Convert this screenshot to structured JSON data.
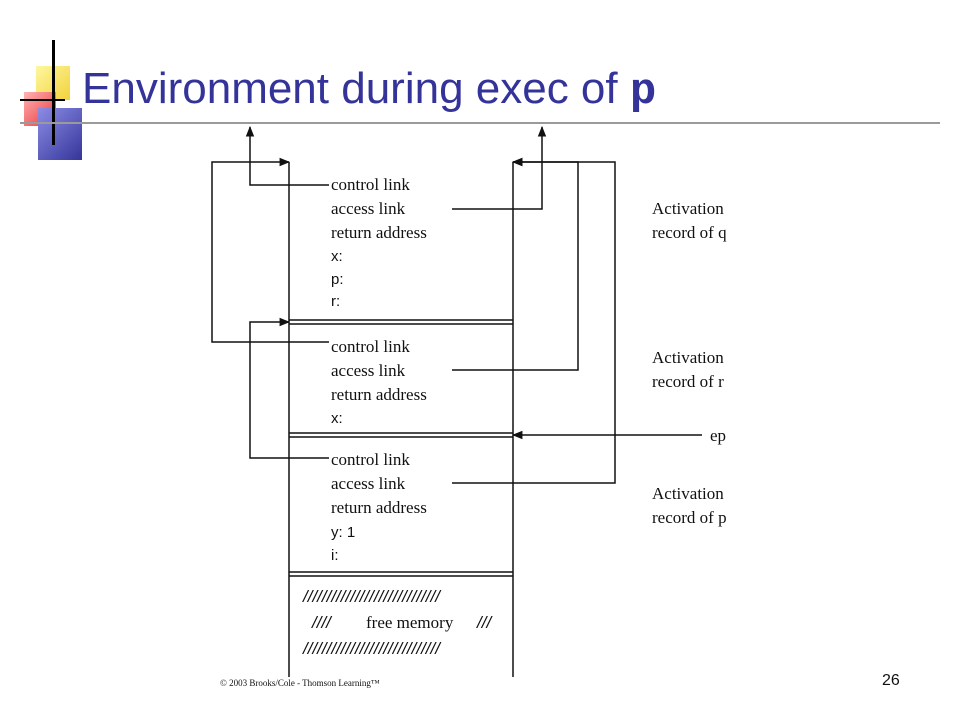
{
  "slide": {
    "title": "Environment during exec of ",
    "title_code": "p",
    "copyright": "© 2003 Brooks/Cole - Thomson Learning™",
    "page_number": "26"
  },
  "records": {
    "q": {
      "fields": [
        "control link",
        "access link",
        "return address",
        "x:",
        "p:",
        "r:"
      ],
      "caption_line1": "Activation",
      "caption_line2": "record of q"
    },
    "r": {
      "fields": [
        "control link",
        "access link",
        "return address",
        "x:"
      ],
      "caption_line1": "Activation",
      "caption_line2": "record of r"
    },
    "p": {
      "fields": [
        "control link",
        "access link",
        "return address",
        "y: 1",
        "i:"
      ],
      "caption_line1": "Activation",
      "caption_line2": "record of p"
    }
  },
  "free_memory": {
    "hatch_line": "/////////////////////////////",
    "middle_left": "////",
    "label": "free memory",
    "middle_right": "///"
  },
  "ep_label": "ep",
  "colors": {
    "title": "#33339a",
    "ink": "#111111"
  }
}
